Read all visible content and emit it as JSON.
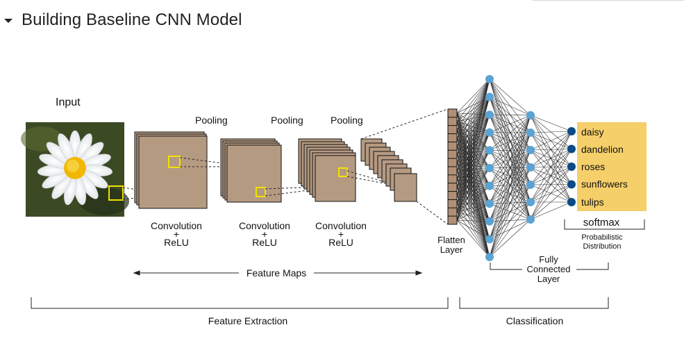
{
  "header": {
    "title": "Building Baseline CNN Model"
  },
  "diagram": {
    "input_label": "Input",
    "pooling_label": "Pooling",
    "conv_label_line1": "Convolution",
    "conv_label_plus": "+",
    "conv_label_line2": "ReLU",
    "feature_maps_label": "Feature  Maps",
    "flatten_label_line1": "Flatten",
    "flatten_label_line2": "Layer",
    "fc_label_line1": "Fully",
    "fc_label_line2": "Connected",
    "fc_label_line3": "Layer",
    "classes": [
      "daisy",
      "dandelion",
      "roses",
      "sunflowers",
      "tulips"
    ],
    "softmax_label": "softmax",
    "prob_label_line1": "Probabilistic",
    "prob_label_line2": "Distribution",
    "feature_extraction_label": "Feature Extraction",
    "classification_label": "Classification",
    "colors": {
      "map_fill": "#b59a82",
      "map_border": "#111111",
      "highlight": "#f2e200",
      "node_light": "#5aa3d3",
      "node_dark": "#0a4a86",
      "output_box": "#f5cf6a",
      "flatten_fill": "#b08f76"
    }
  }
}
